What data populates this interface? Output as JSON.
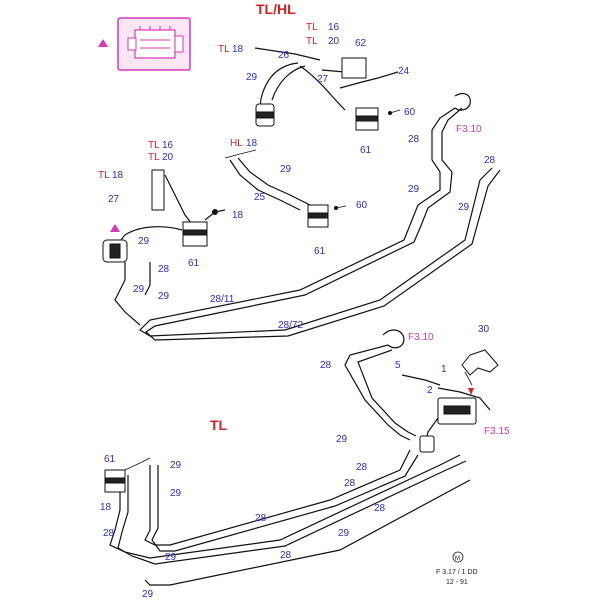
{
  "titles": {
    "top": "TL/HL",
    "bottom": "TL"
  },
  "legend": {
    "icon": "engine-icon"
  },
  "labels": {
    "tl16_a": "TL",
    "n16_a": "16",
    "tl20_a": "TL",
    "n20_a": "20",
    "tl18_a": "TL",
    "n18_a": "18",
    "n26": "26",
    "n62": "62",
    "n24": "24",
    "n27_a": "27",
    "n29_a": "29",
    "n60_a": "60",
    "n61_a": "61",
    "f310_a": "F3.10",
    "n28_a": "28",
    "n28_b": "28",
    "tl16_b": "TL",
    "n16_b": "16",
    "tl20_b": "TL",
    "n20_b": "20",
    "hl18": "HL",
    "n18_b": "18",
    "n29_b": "29",
    "n25": "25",
    "n60_b": "60",
    "n61_b": "61",
    "tl18_b": "TL",
    "n18_c": "18",
    "n27_b": "27",
    "n18_d": "18",
    "n29_c": "29",
    "n28_c": "28",
    "n61_c": "61",
    "n29_d": "29",
    "n29_e": "29",
    "n29_f": "29",
    "n28_11": "28/11",
    "n28_72": "28/72",
    "n28_d": "28",
    "f310_b": "F3.10",
    "n30": "30",
    "n5": "5",
    "n1": "1",
    "n2": "2",
    "f315": "F3.15",
    "n29_g": "29",
    "n61_d": "61",
    "n29_h": "29",
    "n28_e": "28",
    "n28_f": "28",
    "n18_e": "18",
    "n28_g": "28",
    "n29_i": "29",
    "n28_h": "28",
    "n28_i": "28",
    "n29_j": "29",
    "n29_k": "29",
    "n28_j": "28"
  },
  "footer": {
    "code": "F 3.17 / 1 DD",
    "date": "12 - 91"
  },
  "colors": {
    "label": "#2a2adb",
    "title": "#d42020",
    "reference": "#d838b8"
  }
}
